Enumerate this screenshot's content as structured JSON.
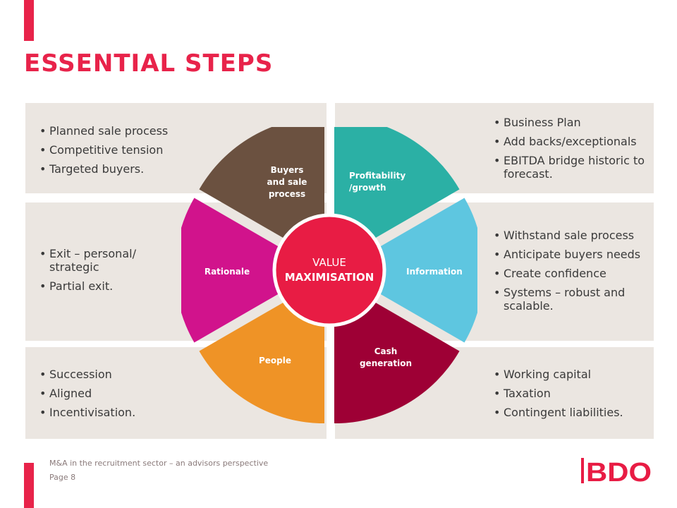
{
  "title": "ESSENTIAL STEPS",
  "colors": {
    "accent": "#e8234a",
    "panel": "#ebe6e1",
    "buyers": "#6b5140",
    "profitability": "#2bb0a5",
    "information": "#5ec6e0",
    "cash": "#9e0035",
    "people": "#ef9326",
    "rationale": "#d1138c",
    "center": "#e81c44",
    "logo": "#e81c44"
  },
  "panels": {
    "top_left": [
      "Planned sale process",
      "Competitive tension",
      "Targeted buyers."
    ],
    "mid_left": [
      "Exit – personal/ strategic",
      "Partial exit."
    ],
    "bottom_left": [
      "Succession",
      "Aligned",
      "Incentivisation."
    ],
    "top_right": [
      "Business Plan",
      "Add backs/exceptionals",
      "EBITDA bridge historic to forecast."
    ],
    "mid_right": [
      "Withstand sale process",
      "Anticipate buyers needs",
      "Create confidence",
      "Systems – robust and scalable."
    ],
    "bottom_right": [
      "Working capital",
      "Taxation",
      "Contingent liabilities."
    ]
  },
  "wheel": {
    "center_line1": "VALUE",
    "center_line2": "MAXIMISATION",
    "segments": [
      {
        "key": "buyers",
        "lines": [
          "Buyers",
          "and sale",
          "process"
        ],
        "icon": "buyers-segment"
      },
      {
        "key": "profitability",
        "lines": [
          "Profitability",
          "/growth"
        ],
        "icon": "profitability-segment"
      },
      {
        "key": "information",
        "lines": [
          "Information"
        ],
        "icon": "information-segment"
      },
      {
        "key": "cash",
        "lines": [
          "Cash",
          "generation"
        ],
        "icon": "cash-segment"
      },
      {
        "key": "people",
        "lines": [
          "People"
        ],
        "icon": "people-segment"
      },
      {
        "key": "rationale",
        "lines": [
          "Rationale"
        ],
        "icon": "rationale-segment"
      }
    ]
  },
  "footer": {
    "subtitle": "M&A in the recruitment sector – an advisors perspective",
    "page": "Page 8"
  },
  "logo": {
    "text": "BDO",
    "icon": "bdo-logo"
  }
}
